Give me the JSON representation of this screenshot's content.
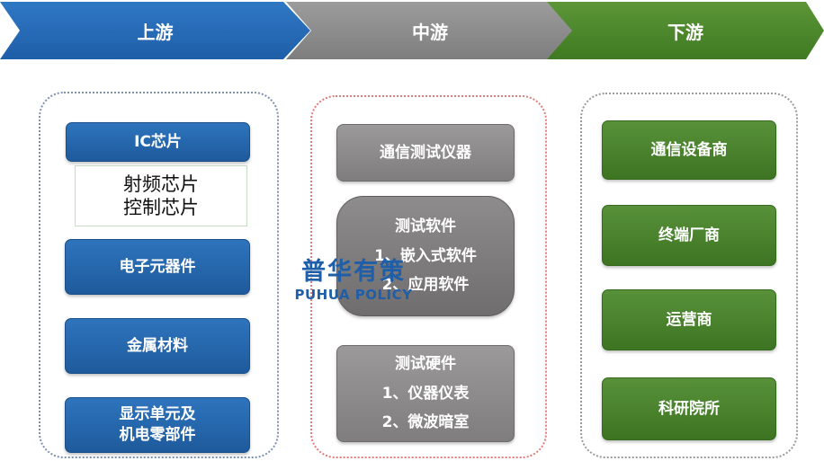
{
  "header": {
    "upstream": "上游",
    "midstream": "中游",
    "downstream": "下游"
  },
  "upstream": {
    "ic_chip": "IC芯片",
    "ic_sub": [
      "射频芯片",
      "控制芯片"
    ],
    "electronic_components": "电子元器件",
    "metal_materials": "金属材料",
    "display_parts": [
      "显示单元及",
      "机电零部件"
    ]
  },
  "midstream": {
    "instrument": "通信测试仪器",
    "software": {
      "title": "测试软件",
      "items": [
        "1、嵌入式软件",
        "2、应用软件"
      ]
    },
    "hardware": {
      "title": "测试硬件",
      "items": [
        "1、仪器仪表",
        "2、微波暗室"
      ]
    }
  },
  "downstream": {
    "items": [
      "通信设备商",
      "终端厂商",
      "运营商",
      "科研院所"
    ]
  },
  "watermark": {
    "cn": "普华有策",
    "en": "PUHUA POLICY"
  },
  "colors": {
    "upstream": "#1f5ea8",
    "midstream": "#8a8888",
    "downstream": "#4a8a2c",
    "frame_upstream": "#7f8fb0",
    "frame_midstream": "#e07c7c"
  }
}
